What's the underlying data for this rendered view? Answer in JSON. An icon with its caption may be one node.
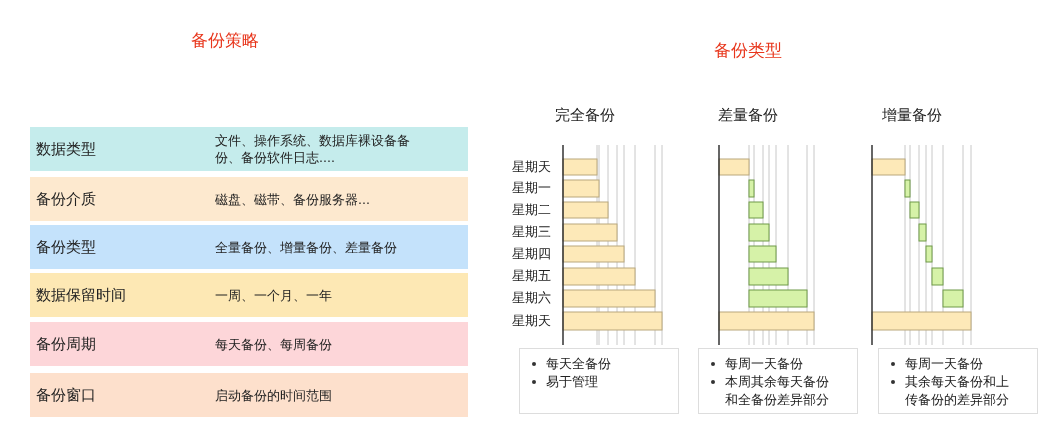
{
  "diagram": {
    "nodes": [
      {
        "text": [
          "数据类型",
          "文件、操作系统、数据库裸设备备份、备份软件日志...."
        ]
      },
      {
        "text": [
          "备份介质",
          "磁盘、磁带、备份服务器..."
        ]
      },
      {
        "text": [
          "备份类型",
          "全量备份、增量备份、差量备份"
        ]
      },
      {
        "text": [
          "数据保留时间",
          "一周、一个月、一年"
        ]
      },
      {
        "text": [
          "备份周期",
          "每天备份、每周备份"
        ]
      },
      {
        "text": [
          "备份窗口",
          "启动备份的时间范围"
        ]
      },
      {
        "text": [
          "每天全备份",
          "易于管理"
        ]
      },
      {
        "text": [
          "每周一天备份",
          "本周其余每天备份和全备份差异部分"
        ]
      },
      {
        "text": [
          "每周一天备份",
          "其余每天备份和上传备份的差异部分"
        ]
      }
    ],
    "labels": [
      "备份策略",
      "备份类型",
      "完全备份",
      "差量备份",
      "增量备份",
      "星期天",
      "星期一",
      "星期二",
      "星期三",
      "星期四",
      "星期五",
      "星期六",
      "星期天"
    ]
  }
}
